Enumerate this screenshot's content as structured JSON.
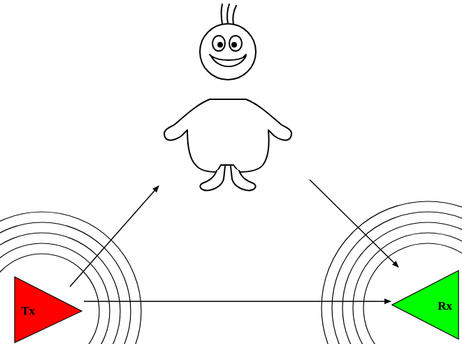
{
  "diagram": {
    "nodes": [
      {
        "text": [
          "Tx"
        ]
      },
      {
        "text": [
          "Rx"
        ]
      }
    ],
    "edges": [
      {
        "from": 0,
        "to": 1,
        "arrow": "to"
      }
    ]
  }
}
